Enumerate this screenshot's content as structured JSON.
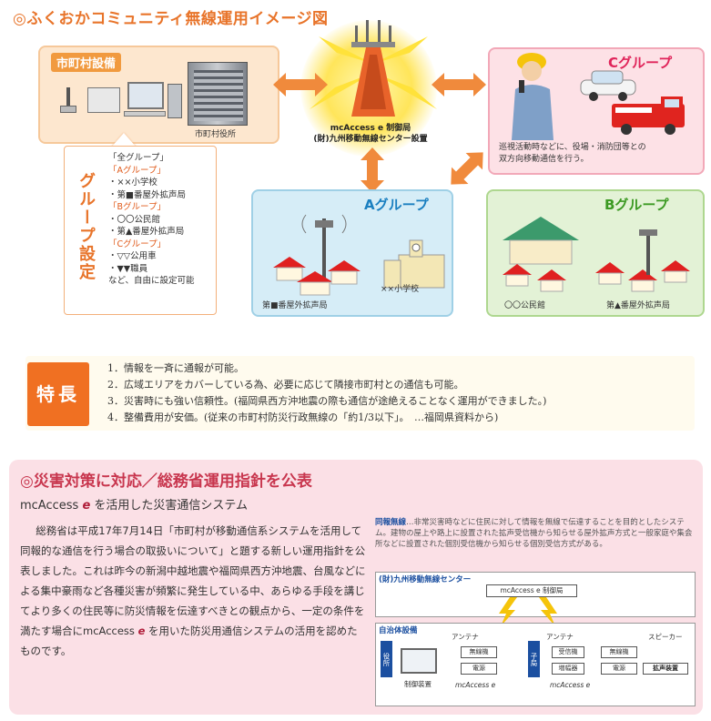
{
  "page_title": "◎ふくおかコミュニティ無線運用イメージ図",
  "municipal": {
    "label": "市町村設備",
    "hall_label": "市町村役所"
  },
  "group_settings": {
    "title": "グループ設定",
    "lines": [
      {
        "text": "「全グループ」",
        "head": false
      },
      {
        "text": "「Aグループ」",
        "head": true
      },
      {
        "text": "・××小学校",
        "head": false
      },
      {
        "text": "・第■番屋外拡声局",
        "head": false
      },
      {
        "text": "「Bグループ」",
        "head": true
      },
      {
        "text": "・〇〇公民館",
        "head": false
      },
      {
        "text": "・第▲番屋外拡声局",
        "head": false
      },
      {
        "text": "「Cグループ」",
        "head": true
      },
      {
        "text": "・▽▽公用車",
        "head": false
      },
      {
        "text": "・▼▼職員",
        "head": false
      },
      {
        "text": "など、自由に設定可能",
        "head": false
      }
    ]
  },
  "station": {
    "line1": "mcAccess e 制御局",
    "line2": "(財)九州移動無線センター設置"
  },
  "group_c": {
    "title": "Cグループ",
    "desc_line1": "巡視活動時などに、役場・消防団等との",
    "desc_line2": "双方向移動通信を行う。"
  },
  "group_a": {
    "title": "Aグループ",
    "speaker_label": "第■番屋外拡声局",
    "school_label": "××小学校"
  },
  "group_b": {
    "title": "Bグループ",
    "hall_label": "〇〇公民館",
    "speaker_label": "第▲番屋外拡声局"
  },
  "features": {
    "badge": "特長",
    "items": [
      "1．情報を一斉に通報が可能。",
      "2．広域エリアをカバーしている為、必要に応じて隣接市町村との通信も可能。",
      "3．災害時にも強い信頼性。(福岡県西方沖地震の際も通信が途絶えることなく運用ができました。)",
      "4．整備費用が安価。(従来の市町村防災行政無線の「約1/3以下」。　…福岡県資料から)"
    ]
  },
  "disaster": {
    "title": "◎災害対策に対応／総務省運用指針を公表",
    "subtitle_pre": "mcAccess ",
    "subtitle_e": "e",
    "subtitle_post": " を活用した災害通信システム",
    "body_1": "総務省は平成17年7月14日「市町村が移動通信系システムを活用して同報的な通信を行う場合の取扱いについて」と題する新しい運用指針を公表しました。これは昨今の新潟中越地震や福岡県西方沖地震、台風などによる集中豪雨など各種災害が頻繁に発生している中、あらゆる手段を講じてより多くの住民等に防災情報を伝達すべきとの観点から、一定の条件を満たす場合にmcAccess ",
    "body_e": "e",
    "body_2": " を用いた防災用通信システムの活用を認めたものです。"
  },
  "radio_def": {
    "term": "同報無線",
    "text": "…非常災害時などに住民に対して情報を無線で伝達することを目的としたシステム。建物の屋上や路上に設置された拡声受信機から知らせる屋外拡声方式と一般家庭や集会所などに設置された個別受信機から知らせる個別受信方式がある。"
  },
  "system_diagram": {
    "center_head": "(財)九州移動無線センター",
    "center_station": "mcAccess e 制御局",
    "local_head": "自治体設備",
    "tag_left": "役所",
    "tag_right": "子局",
    "antenna_left": "アンテナ",
    "antenna_right": "アンテナ",
    "speaker": "スピーカー",
    "radio_left": "無線機",
    "power_left": "電源",
    "console_label": "制御装置",
    "mc_left": "mcAccess e",
    "receiver": "受信機",
    "amp": "増幅器",
    "power_right": "電源",
    "radio_right": "無線機",
    "mc_right": "mcAccess e",
    "ext_device": "拡声装置"
  },
  "colors": {
    "title_orange": "#e8742a",
    "group_a": "#1a7fc0",
    "group_b": "#3c9a23",
    "group_c": "#e0245a",
    "disaster_bg": "#fbe0e6"
  }
}
